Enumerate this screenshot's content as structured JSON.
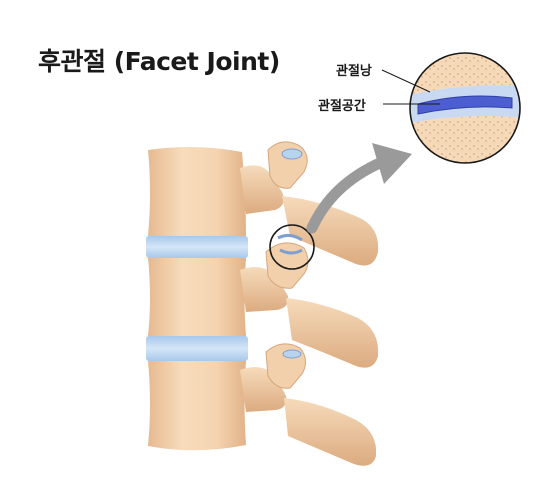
{
  "title": "후관절 (Facet Joint)",
  "labels": {
    "capsule": "관절낭",
    "space": "관절공간"
  },
  "colors": {
    "bone": "#f4d6b3",
    "bone_shadow": "#d9aa80",
    "disc": "#b7d3ee",
    "disc_edge": "#8fb4dc",
    "cartilage": "#5b6fd6",
    "arrow": "#9a9a9a"
  }
}
